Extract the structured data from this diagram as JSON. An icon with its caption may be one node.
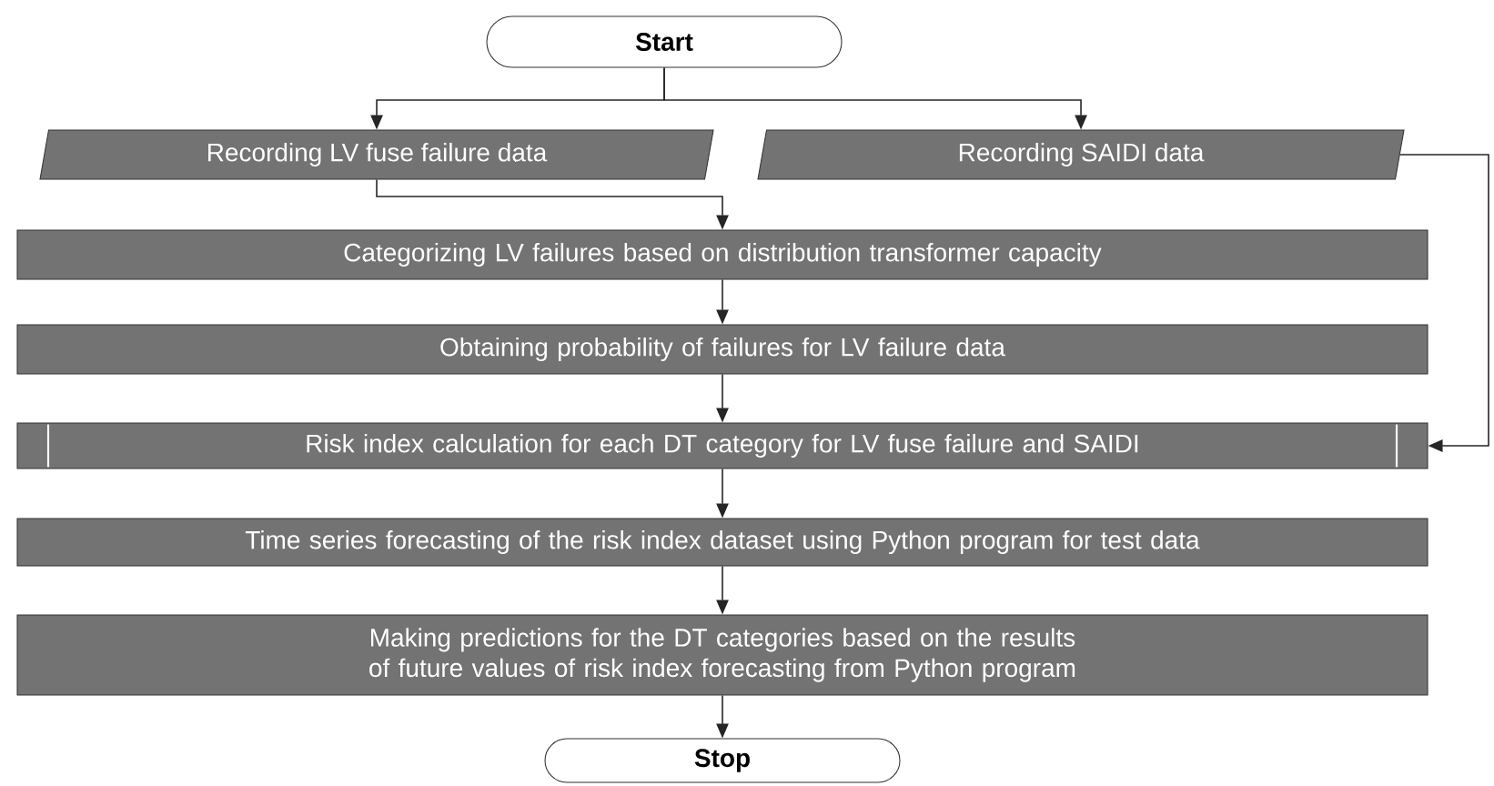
{
  "diagram": {
    "nodes": [
      {
        "text": [
          "Start"
        ]
      },
      {
        "text": [
          "Recording LV fuse failure data"
        ]
      },
      {
        "text": [
          "Recording SAIDI data"
        ]
      },
      {
        "text": [
          "Categorizing LV failures based on distribution transformer capacity"
        ]
      },
      {
        "text": [
          "Obtaining probability of failures for LV failure data"
        ]
      },
      {
        "text": [
          "Risk index calculation for each DT category for LV fuse failure and SAIDI"
        ]
      },
      {
        "text": [
          "Time series forecasting of the risk index dataset using Python program for test data"
        ]
      },
      {
        "text": [
          "Making predictions for the DT categories based on the results of future values of risk index forecasting from Python program"
        ]
      },
      {
        "text": [
          "Stop"
        ]
      }
    ],
    "edges": [
      {
        "from": 0,
        "to": 1,
        "arrow": "to"
      },
      {
        "from": 0,
        "to": 2,
        "arrow": "to"
      },
      {
        "from": 1,
        "to": 3,
        "arrow": "to"
      },
      {
        "from": 2,
        "to": 5,
        "arrow": "to"
      },
      {
        "from": 3,
        "to": 4,
        "arrow": "to"
      },
      {
        "from": 4,
        "to": 5,
        "arrow": "to"
      },
      {
        "from": 5,
        "to": 6,
        "arrow": "to"
      },
      {
        "from": 6,
        "to": 7,
        "arrow": "to"
      },
      {
        "from": 7,
        "to": 8,
        "arrow": "to"
      }
    ]
  }
}
